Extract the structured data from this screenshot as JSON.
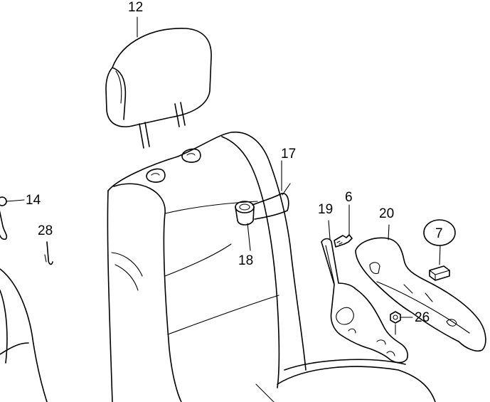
{
  "diagram": {
    "labels": {
      "p12": "12",
      "p17": "17",
      "p14": "14",
      "p28": "28",
      "p18": "18",
      "p6": "6",
      "p19": "19",
      "p20": "20",
      "p7": "7",
      "p26": "26"
    },
    "highlighted_part": "7",
    "colors": {
      "line": "#000000",
      "background": "#ffffff"
    }
  }
}
